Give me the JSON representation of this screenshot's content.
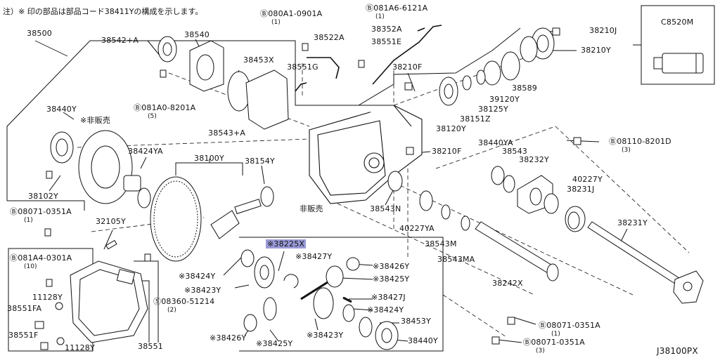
{
  "note": "注）※ 印の部品は部品コード38411Yの構成を示します。",
  "diagram_id": "J38100PX",
  "highlight_color": "#9a9ad8",
  "labels": {
    "38500": "38500",
    "38542A": "38542+A",
    "38540": "38540",
    "b080A1": "Ⓑ080A1-0901A",
    "b080A1_qty": "(1)",
    "38522A": "38522A",
    "b081A6": "Ⓑ081A6-6121A",
    "b081A6_qty": "(1)",
    "38352A": "38352A",
    "38551E": "38551E",
    "38210J": "38210J",
    "38210Y": "38210Y",
    "c8520m": "C8520M",
    "38453X": "38453X",
    "38551G": "38551G",
    "38210F_a": "38210F",
    "38589": "38589",
    "39120Y": "39120Y",
    "38125Y": "38125Y",
    "38151Z": "38151Z",
    "38120Y": "38120Y",
    "38440Y_a": "38440Y",
    "hihanbai_a": "※非販売",
    "b081A0": "Ⓑ081A0-8201A",
    "b081A0_qty": "(5)",
    "38543A": "38543+A",
    "38424YA": "38424YA",
    "38100Y": "38100Y",
    "38154Y": "38154Y",
    "38210F_b": "38210F",
    "38440YA": "38440YA",
    "38543": "38543",
    "38232Y": "38232Y",
    "b08110": "Ⓑ08110-8201D",
    "b08110_qty": "(3)",
    "40227Y": "40227Y",
    "38231J": "38231J",
    "38102Y": "38102Y",
    "hihanbai_b": "非販売",
    "38543N": "38543N",
    "b08071_a": "Ⓑ08071-0351A",
    "b08071_a_qty": "(1)",
    "32105Y": "32105Y",
    "40227YA": "40227YA",
    "38543M": "38543M",
    "38231Y": "38231Y",
    "38225X": "※38225X",
    "38427Y": "※38427Y",
    "38543MA": "38543MA",
    "b081A4": "Ⓑ081A4-0301A",
    "b081A4_qty": "(10)",
    "38424Y_a": "※38424Y",
    "38426Y_a": "※38426Y",
    "38425Y_a": "※38425Y",
    "38242X": "38242X",
    "11128Y_a": "11128Y",
    "38423Y_a": "※38423Y",
    "s08360": "Ⓢ08360-51214",
    "s08360_qty": "(2)",
    "38427J": "※38427J",
    "38424Y_b": "※38424Y",
    "38551FA": "38551FA",
    "38453Y": "38453Y",
    "b08071_b": "Ⓑ08071-0351A",
    "b08071_b_qty": "(1)",
    "38551F": "38551F",
    "38426Y_b": "※38426Y",
    "38425Y_b": "※38425Y",
    "38423Y_b": "※38423Y",
    "38440Y_b": "38440Y",
    "11128Y_b": "11128Y",
    "38551": "38551",
    "b08071_c": "Ⓑ08071-0351A",
    "b08071_c_qty": "(3)"
  }
}
